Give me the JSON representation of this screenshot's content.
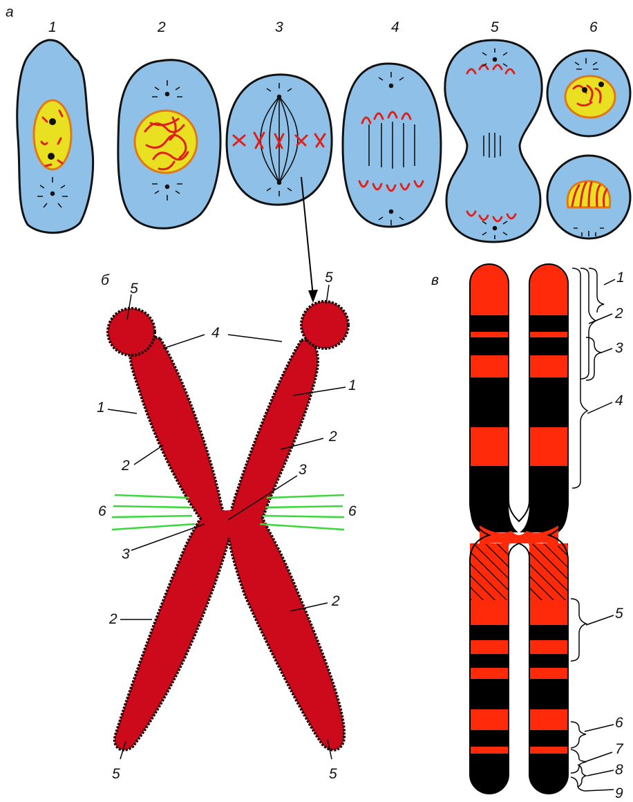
{
  "panels": {
    "a": "а",
    "b": "б",
    "v": "в"
  },
  "stage_numbers": [
    "1",
    "2",
    "3",
    "4",
    "5",
    "6"
  ],
  "chromosome_labels": {
    "top_5_left": "5",
    "top_5_right": "5",
    "label_4": "4",
    "label_1_left": "1",
    "label_1_right": "1",
    "label_2_left_upper": "2",
    "label_2_right_upper": "2",
    "label_3_upper": "3",
    "label_3_lower": "3",
    "label_6_left": "6",
    "label_6_right": "6",
    "label_2_left_lower": "2",
    "label_2_right_lower": "2",
    "bottom_5_left": "5",
    "bottom_5_right": "5"
  },
  "band_labels": [
    "1",
    "2",
    "3",
    "4",
    "5",
    "6",
    "7",
    "8",
    "9"
  ],
  "colors": {
    "cytoplasm": "#8fc1e8",
    "nucleus": "#e8e020",
    "chromosome": "#cc0a1c",
    "band_red": "#ff2a0a",
    "band_black": "#000000",
    "spindle_fibers": "#38d838"
  }
}
